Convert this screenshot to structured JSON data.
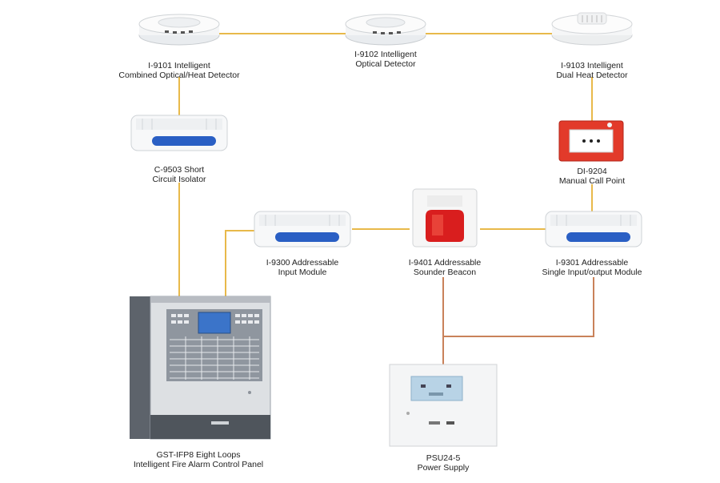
{
  "colors": {
    "loop_wire": "#e8b94a",
    "power_wire": "#c9825a",
    "isolator_blue": "#2a5fc4",
    "call_point_red": "#e23a2a",
    "beacon_red": "#d91e1e",
    "panel_grey": "#9aa0a8"
  },
  "devices": {
    "d1": {
      "line1": "I-9101 Intelligent",
      "line2": "Combined Optical/Heat Detector",
      "icon": "smoke-detector-icon"
    },
    "d2": {
      "line1": "I-9102 Intelligent",
      "line2": "Optical Detector",
      "icon": "smoke-detector-icon"
    },
    "d3": {
      "line1": "I-9103 Intelligent",
      "line2": "Dual Heat Detector",
      "icon": "heat-detector-icon"
    },
    "isolator": {
      "line1": "C-9503 Short",
      "line2": "Circuit Isolator",
      "icon": "module-icon"
    },
    "call_point": {
      "line1": "DI-9204",
      "line2": "Manual Call Point",
      "icon": "call-point-icon"
    },
    "input_module": {
      "line1": "I-9300 Addressable",
      "line2": "Input Module",
      "icon": "module-icon"
    },
    "sounder": {
      "line1": "I-9401 Addressable",
      "line2": "Sounder Beacon",
      "icon": "sounder-beacon-icon"
    },
    "io_module": {
      "line1": "I-9301 Addressable",
      "line2": "Single Input/output Module",
      "icon": "module-icon"
    },
    "panel": {
      "line1": "GST-IFP8 Eight Loops",
      "line2": "Intelligent Fire Alarm Control Panel",
      "icon": "control-panel-icon"
    },
    "psu": {
      "line1": "PSU24-5",
      "line2": "Power Supply",
      "icon": "power-supply-icon"
    }
  }
}
